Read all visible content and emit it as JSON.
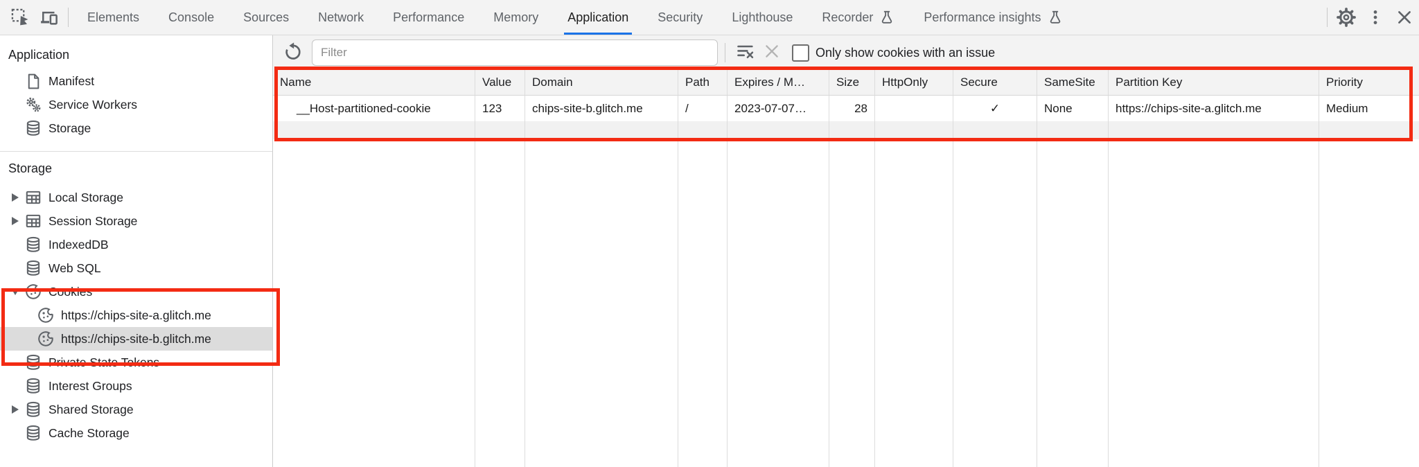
{
  "tabbar": {
    "tabs": [
      {
        "label": "Elements"
      },
      {
        "label": "Console"
      },
      {
        "label": "Sources"
      },
      {
        "label": "Network"
      },
      {
        "label": "Performance"
      },
      {
        "label": "Memory"
      },
      {
        "label": "Application"
      },
      {
        "label": "Security"
      },
      {
        "label": "Lighthouse"
      },
      {
        "label": "Recorder",
        "flask": true
      },
      {
        "label": "Performance insights",
        "flask": true
      }
    ],
    "active_tab": "Application"
  },
  "sidebar": {
    "sections": [
      {
        "title": "Application",
        "items": [
          {
            "label": "Manifest",
            "icon": "document-icon"
          },
          {
            "label": "Service Workers",
            "icon": "gears-icon"
          },
          {
            "label": "Storage",
            "icon": "database-icon"
          }
        ]
      },
      {
        "title": "Storage",
        "items": [
          {
            "label": "Local Storage",
            "icon": "table-icon",
            "expandable": true,
            "expanded": false
          },
          {
            "label": "Session Storage",
            "icon": "table-icon",
            "expandable": true,
            "expanded": false
          },
          {
            "label": "IndexedDB",
            "icon": "database-icon"
          },
          {
            "label": "Web SQL",
            "icon": "database-icon"
          },
          {
            "label": "Cookies",
            "icon": "cookie-icon",
            "expandable": true,
            "expanded": true,
            "children": [
              {
                "label": "https://chips-site-a.glitch.me",
                "icon": "cookie-icon",
                "selected": false
              },
              {
                "label": "https://chips-site-b.glitch.me",
                "icon": "cookie-icon",
                "selected": true
              }
            ]
          },
          {
            "label": "Private State Tokens",
            "icon": "database-icon"
          },
          {
            "label": "Interest Groups",
            "icon": "database-icon"
          },
          {
            "label": "Shared Storage",
            "icon": "database-icon",
            "expandable": true,
            "expanded": false
          },
          {
            "label": "Cache Storage",
            "icon": "database-icon"
          }
        ]
      }
    ]
  },
  "toolbar": {
    "filter_placeholder": "Filter",
    "filter_value": "",
    "checkbox_label": "Only show cookies with an issue",
    "checkbox_checked": false
  },
  "cookie_table": {
    "columns": [
      "Name",
      "Value",
      "Domain",
      "Path",
      "Expires / M…",
      "Size",
      "HttpOnly",
      "Secure",
      "SameSite",
      "Partition Key",
      "Priority"
    ],
    "rows": [
      {
        "name": "__Host-partitioned-cookie",
        "value": "123",
        "domain": "chips-site-b.glitch.me",
        "path": "/",
        "expires": "2023-07-07…",
        "size": "28",
        "http_only": "",
        "secure": "✓",
        "same_site": "None",
        "partition_key": "https://chips-site-a.glitch.me",
        "priority": "Medium"
      }
    ]
  },
  "colors": {
    "accent_blue": "#1a73e8",
    "highlight_red": "#f32b13",
    "selected_item_bg": "#dcdcdc",
    "toolbar_bg": "#f3f3f3"
  }
}
